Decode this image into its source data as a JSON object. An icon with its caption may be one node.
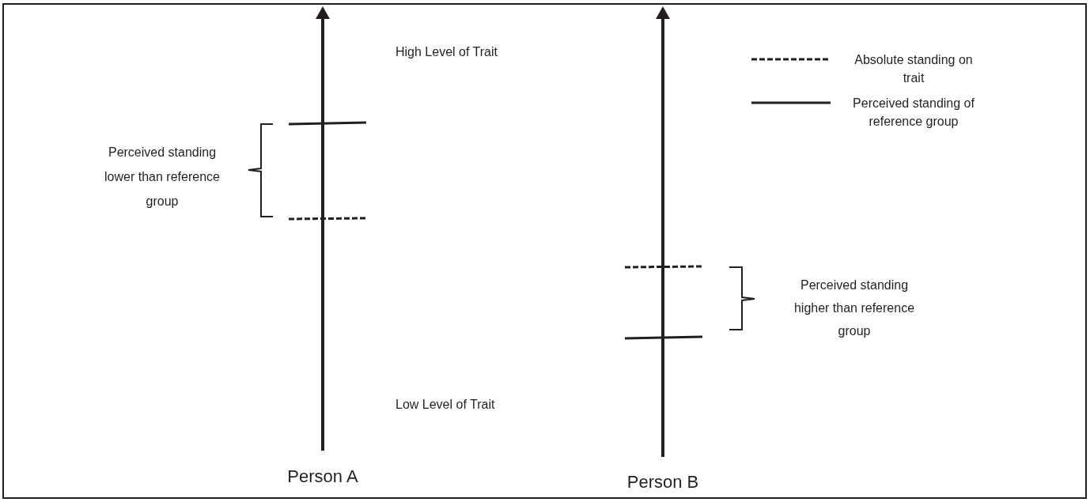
{
  "diagram": {
    "labels": [
      "High Level of Trait",
      "Perceived standing lower than reference group",
      "Perceived standing higher than reference group",
      "Low Level of Trait",
      "Person A",
      "Person B"
    ],
    "legend": [
      {
        "text": "Absolute standing on trait"
      },
      {
        "text": "Perceived standing of reference group"
      }
    ]
  }
}
